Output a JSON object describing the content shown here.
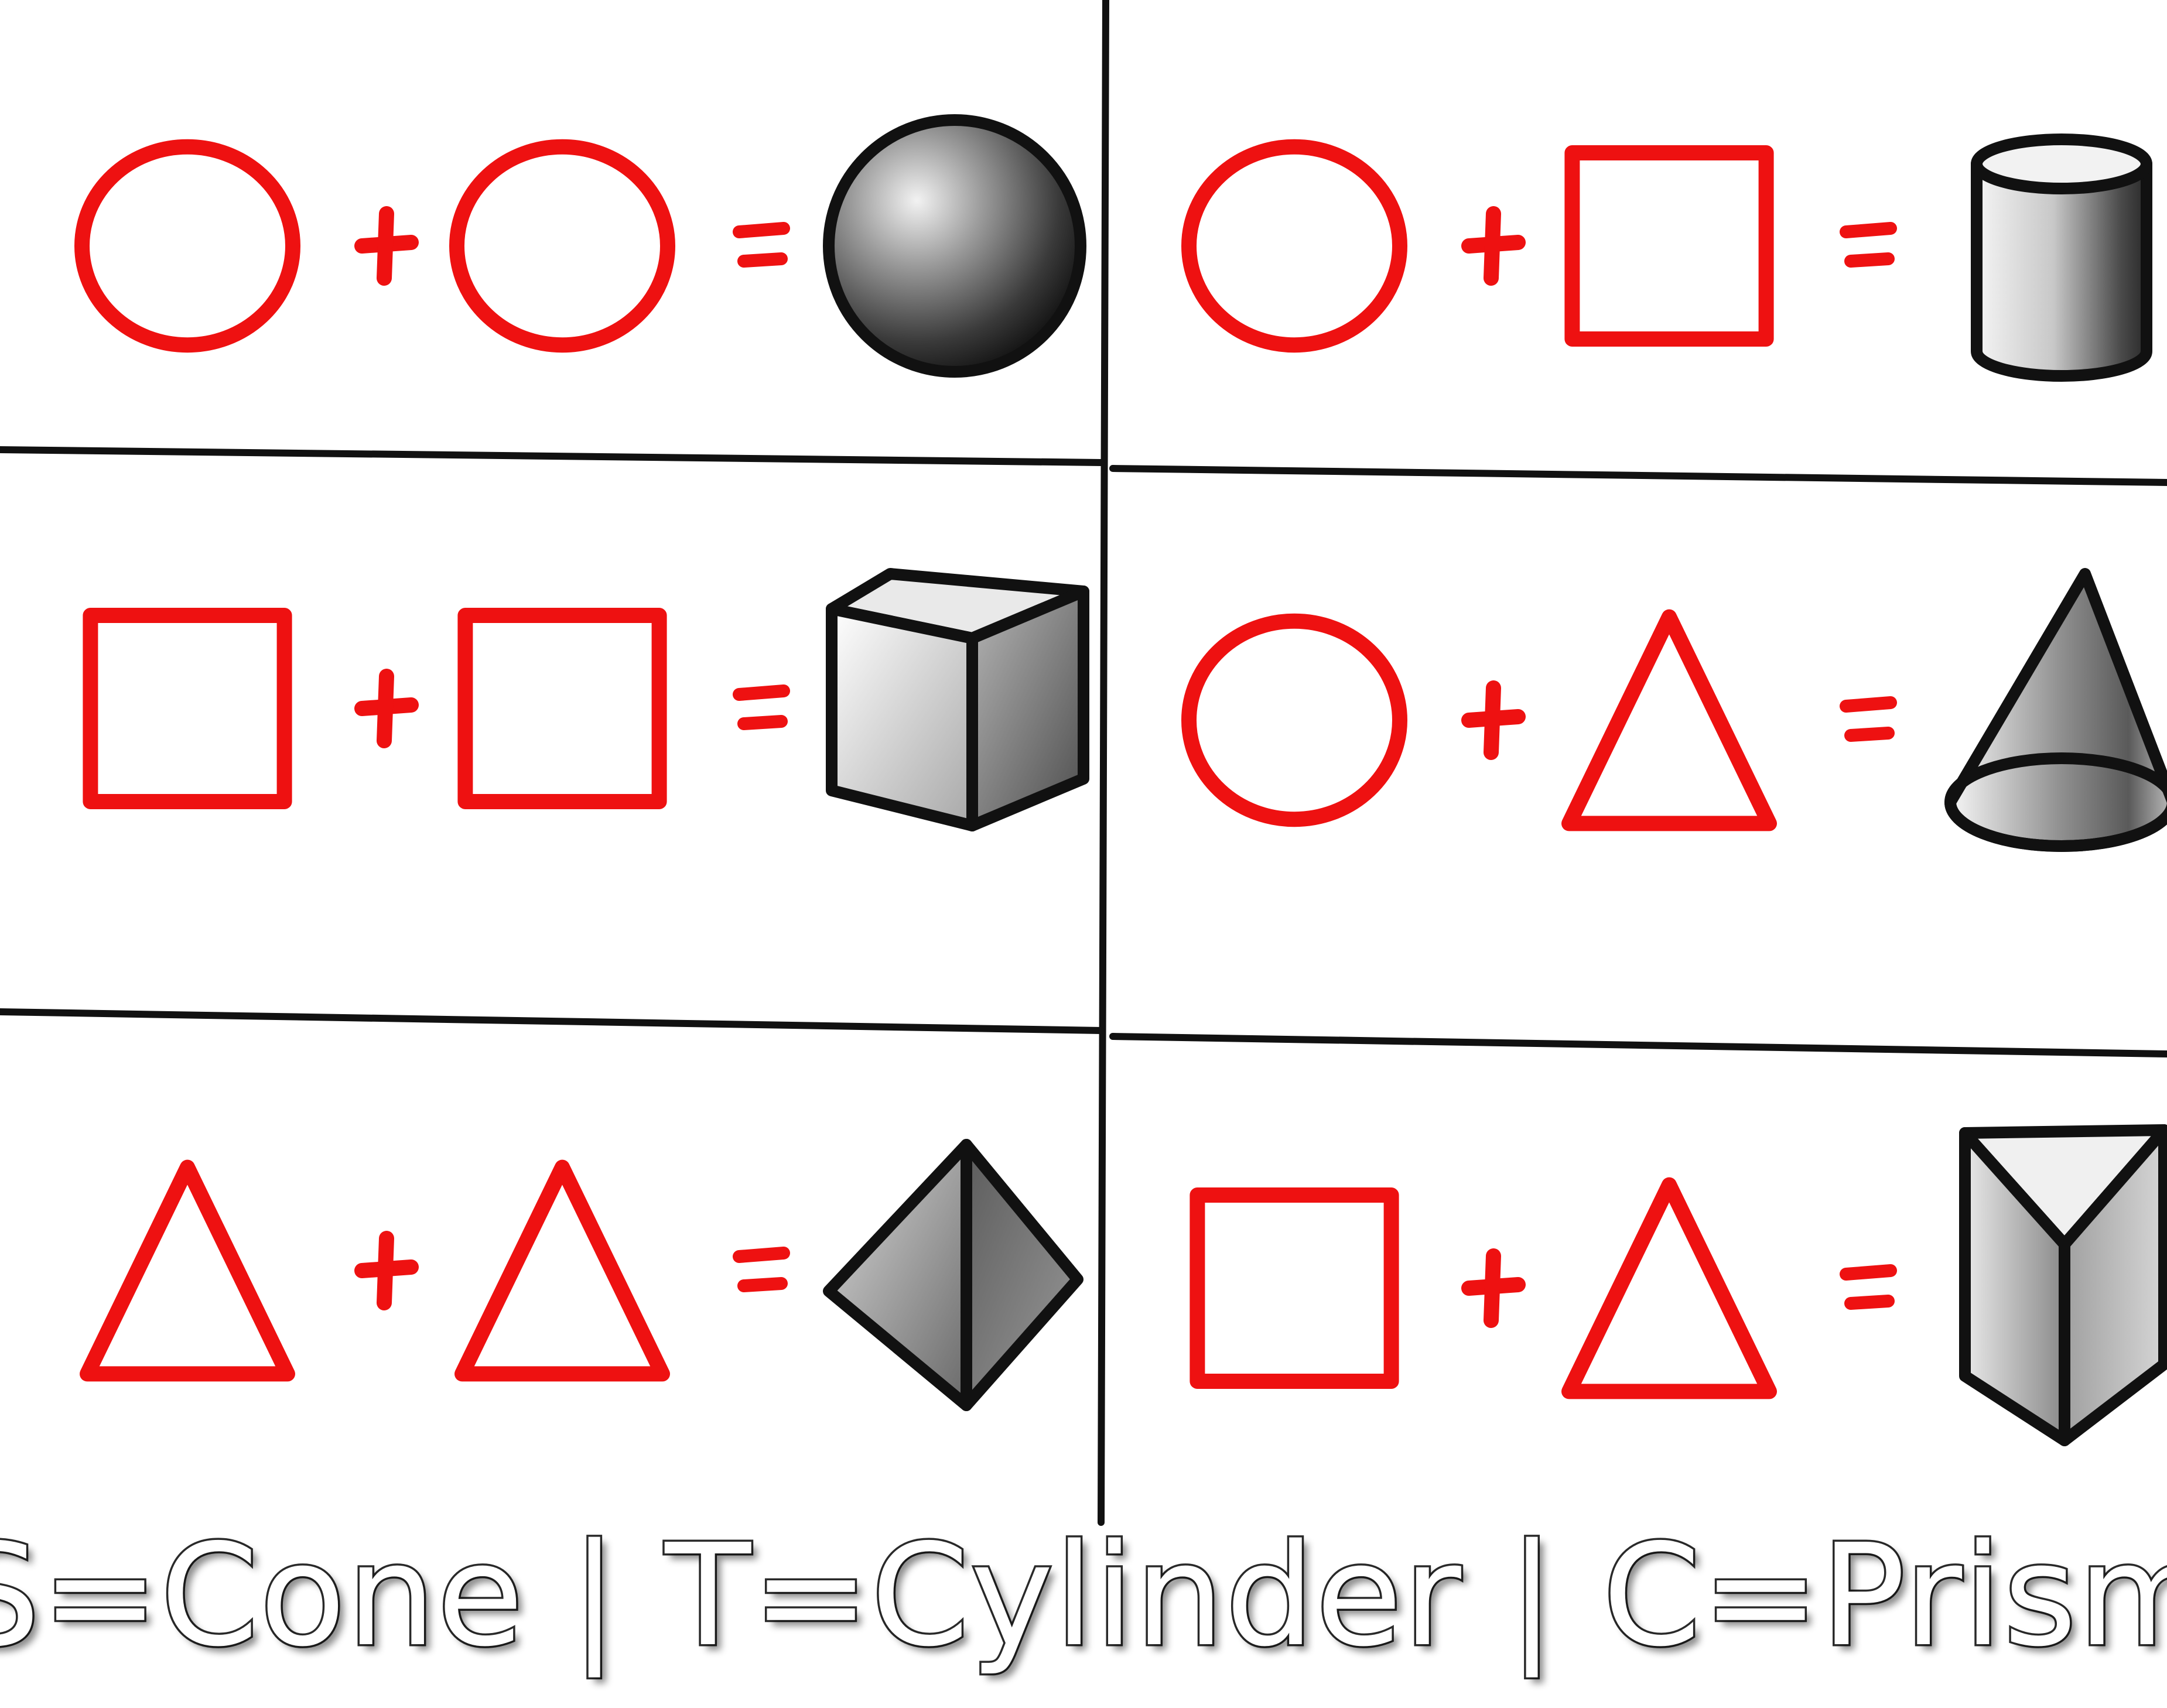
{
  "colors": {
    "flat_shape": "#ee1111",
    "ink": "#111111",
    "background": "#ffffff"
  },
  "caption": "S=Cone | T=Cylinder | C=Prism",
  "panels": [
    {
      "name": "circle-plus-circle-equals-sphere",
      "left": "circle",
      "right": "circle",
      "result": "sphere"
    },
    {
      "name": "circle-plus-square-equals-cylinder",
      "left": "circle",
      "right": "square",
      "result": "cylinder"
    },
    {
      "name": "square-plus-square-equals-cube",
      "left": "square",
      "right": "square",
      "result": "cube"
    },
    {
      "name": "circle-plus-triangle-equals-cone",
      "left": "circle",
      "right": "triangle",
      "result": "cone"
    },
    {
      "name": "triangle-plus-triangle-equals-pyramid",
      "left": "triangle",
      "right": "triangle",
      "result": "pyramid"
    },
    {
      "name": "square-plus-triangle-equals-prism",
      "left": "square",
      "right": "triangle",
      "result": "prism"
    }
  ]
}
